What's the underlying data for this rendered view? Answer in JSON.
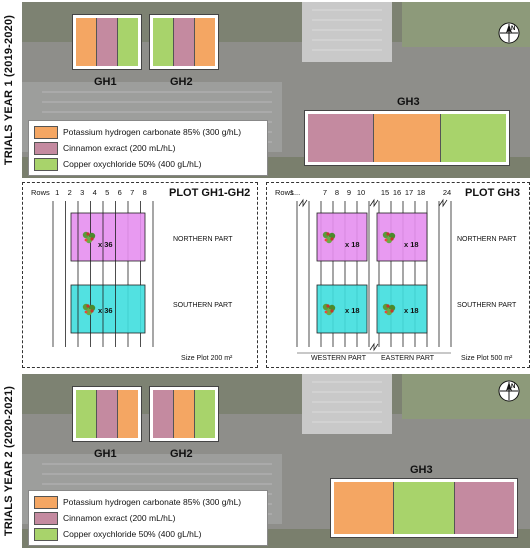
{
  "year1": {
    "label": "TRIALS YEAR 1 (2019-2020)",
    "gh1": {
      "label": "GH1",
      "strips": [
        "#f4a663",
        "#c48aa0",
        "#a8d36b"
      ]
    },
    "gh2": {
      "label": "GH2",
      "strips": [
        "#a8d36b",
        "#c48aa0",
        "#f4a663"
      ]
    },
    "gh3": {
      "label": "GH3",
      "strips": [
        "#c48aa0",
        "#f4a663",
        "#a8d36b"
      ]
    },
    "legend": [
      {
        "label": "Potassium hydrogen carbonate 85% (300 g/hL)",
        "color": "#f4a663"
      },
      {
        "label": "Cinnamon exract (200 mL/hL)",
        "color": "#c48aa0"
      },
      {
        "label": "Copper oxychloride 50% (400 gL/hL)",
        "color": "#a8d36b"
      }
    ],
    "compass": {
      "letter": "N",
      "icon": "north-compass-icon"
    }
  },
  "plots": {
    "gh12": {
      "title": "PLOT GH1-GH2",
      "rows_label": "Rows",
      "rows": [
        "1",
        "2",
        "3",
        "4",
        "5",
        "6",
        "7",
        "8"
      ],
      "northern": "NORTHERN PART",
      "southern": "SOUTHERN PART",
      "north_count": "x 36",
      "south_count": "x 36",
      "size": "Size Plot 200 m²",
      "north_color": "#e58ff0",
      "south_color": "#3fdede"
    },
    "gh3": {
      "title": "PLOT GH3",
      "rows_label": "Rows",
      "rows_left": [
        "1...",
        "7",
        "8",
        "9",
        "10"
      ],
      "rows_right": [
        "15",
        "16",
        "17",
        "18",
        "24"
      ],
      "northern": "NORTHERN PART",
      "southern": "SOUTHERN PART",
      "counts": [
        "x 18",
        "x 18",
        "x 18",
        "x 18"
      ],
      "western": "WESTERN PART",
      "eastern": "EASTERN PART",
      "size": "Size Plot 500 m²",
      "north_color": "#e58ff0",
      "south_color": "#3fdede"
    }
  },
  "year2": {
    "label": "TRIALS YEAR 2 (2020-2021)",
    "gh1": {
      "label": "GH1",
      "strips": [
        "#a8d36b",
        "#c48aa0",
        "#f4a663"
      ]
    },
    "gh2": {
      "label": "GH2",
      "strips": [
        "#c48aa0",
        "#f4a663",
        "#a8d36b"
      ]
    },
    "gh3": {
      "label": "GH3",
      "strips": [
        "#f4a663",
        "#a8d36b",
        "#c48aa0"
      ]
    },
    "legend": [
      {
        "label": "Potassium hydrogen carbonate 85% (300 g/hL)",
        "color": "#f4a663"
      },
      {
        "label": "Cinnamon exract (200 mL/hL)",
        "color": "#c48aa0"
      },
      {
        "label": "Copper oxychloride 50% (400 gL/hL)",
        "color": "#a8d36b"
      }
    ],
    "compass": {
      "letter": "N",
      "icon": "north-compass-icon"
    }
  }
}
